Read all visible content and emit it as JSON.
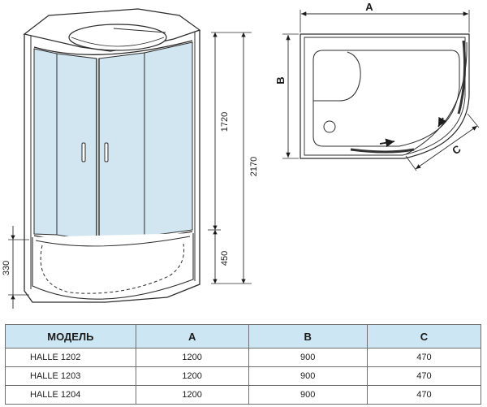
{
  "dimensions": {
    "front_upper": "1720",
    "front_total": "2170",
    "front_base": "450",
    "front_tray": "330",
    "plan_width": "A",
    "plan_depth": "B",
    "plan_door": "C"
  },
  "table": {
    "headers": [
      "МОДЕЛЬ",
      "A",
      "B",
      "C"
    ],
    "rows": [
      [
        "HALLE 1202",
        "1200",
        "900",
        "470"
      ],
      [
        "HALLE 1203",
        "1200",
        "900",
        "470"
      ],
      [
        "HALLE 1204",
        "1200",
        "900",
        "470"
      ]
    ]
  },
  "colors": {
    "glass": "#d2e6f2",
    "header_fill": "#cde6f3",
    "line": "#2b2b2b",
    "bar": "#333333"
  }
}
